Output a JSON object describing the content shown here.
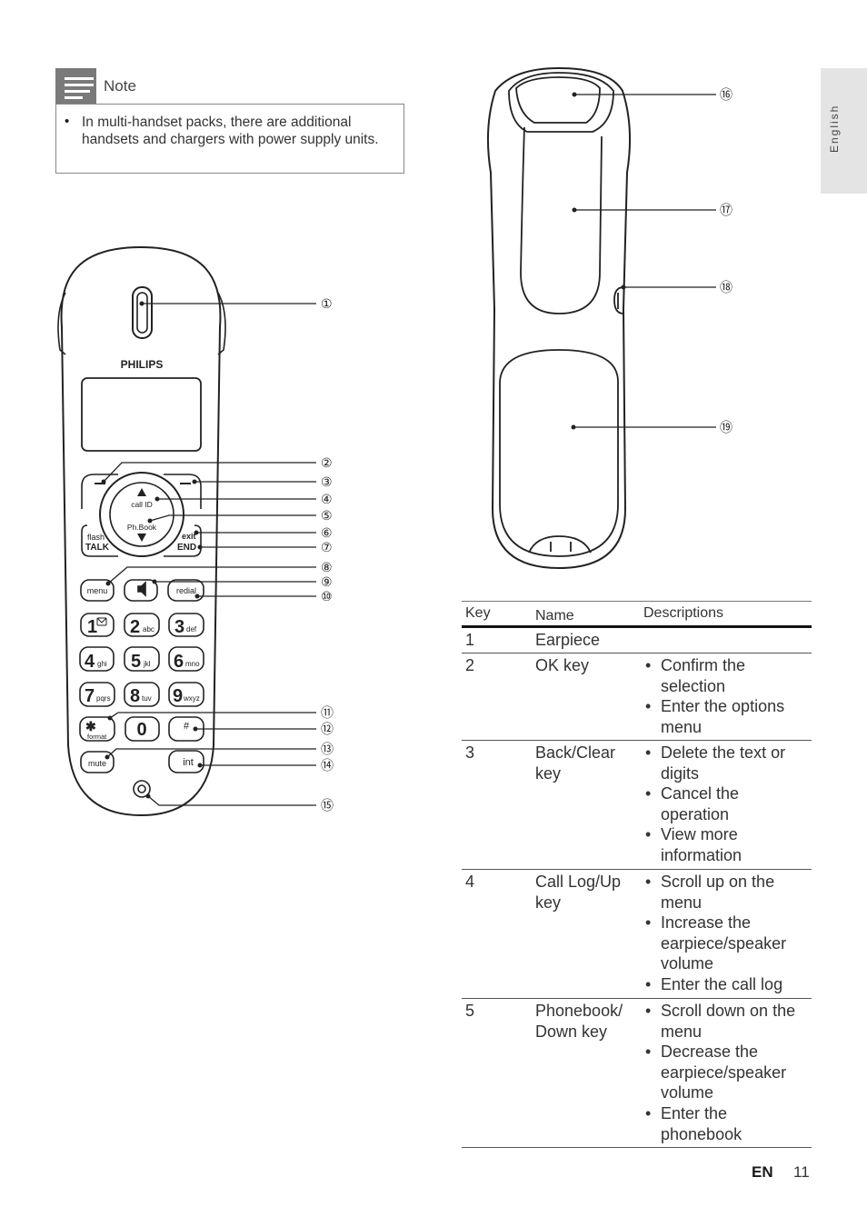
{
  "note": {
    "title": "Note",
    "items": [
      "In multi-handset packs, there are additional handsets and chargers with power supply units."
    ]
  },
  "side_tab": "English",
  "handset_front": {
    "brand": "PHILIPS",
    "keys": {
      "call_id": "call ID",
      "phbook": "Ph.Book",
      "flash": "flash",
      "talk": "TALK",
      "exit": "exit",
      "end": "END",
      "menu": "menu",
      "redial": "redial",
      "k1": "1",
      "k2": "2",
      "k2s": "abc",
      "k3": "3",
      "k3s": "def",
      "k4": "4",
      "k4s": "ghi",
      "k5": "5",
      "k5s": "jkl",
      "k6": "6",
      "k6s": "mno",
      "k7": "7",
      "k7s": "pqrs",
      "k8": "8",
      "k8s": "tuv",
      "k9": "9",
      "k9s": "wxyz",
      "star": "✱",
      "format": "format",
      "k0": "0",
      "hash": "#",
      "mute": "mute",
      "int": "int"
    },
    "callouts": [
      "①",
      "②",
      "③",
      "④",
      "⑤",
      "⑥",
      "⑦",
      "⑧",
      "⑨",
      "⑩",
      "⑪",
      "⑫",
      "⑬",
      "⑭",
      "⑮"
    ]
  },
  "handset_back": {
    "callouts": [
      "⑯",
      "⑰",
      "⑱",
      "⑲"
    ]
  },
  "table": {
    "headers": [
      "Key",
      "Name",
      "Descriptions"
    ],
    "rows": [
      {
        "key": "1",
        "name": "Earpiece",
        "desc": []
      },
      {
        "key": "2",
        "name": "OK key",
        "desc": [
          "Confirm the selection",
          "Enter the options menu"
        ]
      },
      {
        "key": "3",
        "name": "Back/Clear key",
        "desc": [
          "Delete the text or digits",
          "Cancel the operation",
          "View more information"
        ]
      },
      {
        "key": "4",
        "name": "Call Log/Up key",
        "desc": [
          "Scroll up on the menu",
          "Increase the earpiece/speaker volume",
          "Enter the call log"
        ]
      },
      {
        "key": "5",
        "name": "Phonebook/ Down key",
        "desc": [
          "Scroll down on the menu",
          "Decrease the earpiece/speaker volume",
          "Enter the phonebook"
        ]
      }
    ]
  },
  "footer": {
    "lang": "EN",
    "page": "11"
  }
}
